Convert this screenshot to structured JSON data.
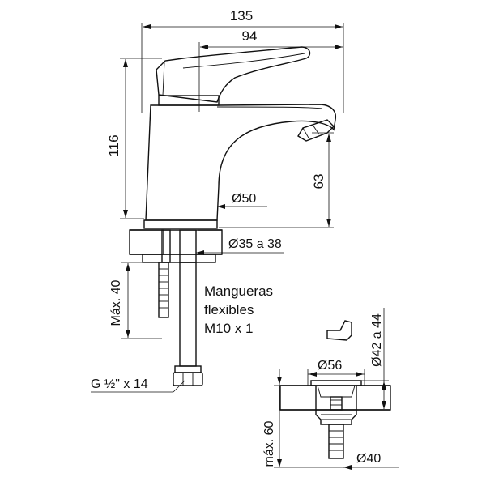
{
  "dimensions": {
    "width_overall": "135",
    "width_body": "94",
    "height_total": "116",
    "spout_height": "63",
    "base_diameter": "Ø50",
    "hole_range": "Ø35 a 38",
    "max_below": "Máx. 40",
    "thread": "G ½\" x 14",
    "hoses_line1": "Mangueras",
    "hoses_line2": "flexibles",
    "hoses_line3": "M10 x 1",
    "drain_range": "Ø42 a 44",
    "drain_top": "Ø56",
    "drain_bottom": "Ø40",
    "drain_depth": "máx. 60"
  },
  "colors": {
    "line": "#111111",
    "background": "#ffffff"
  }
}
